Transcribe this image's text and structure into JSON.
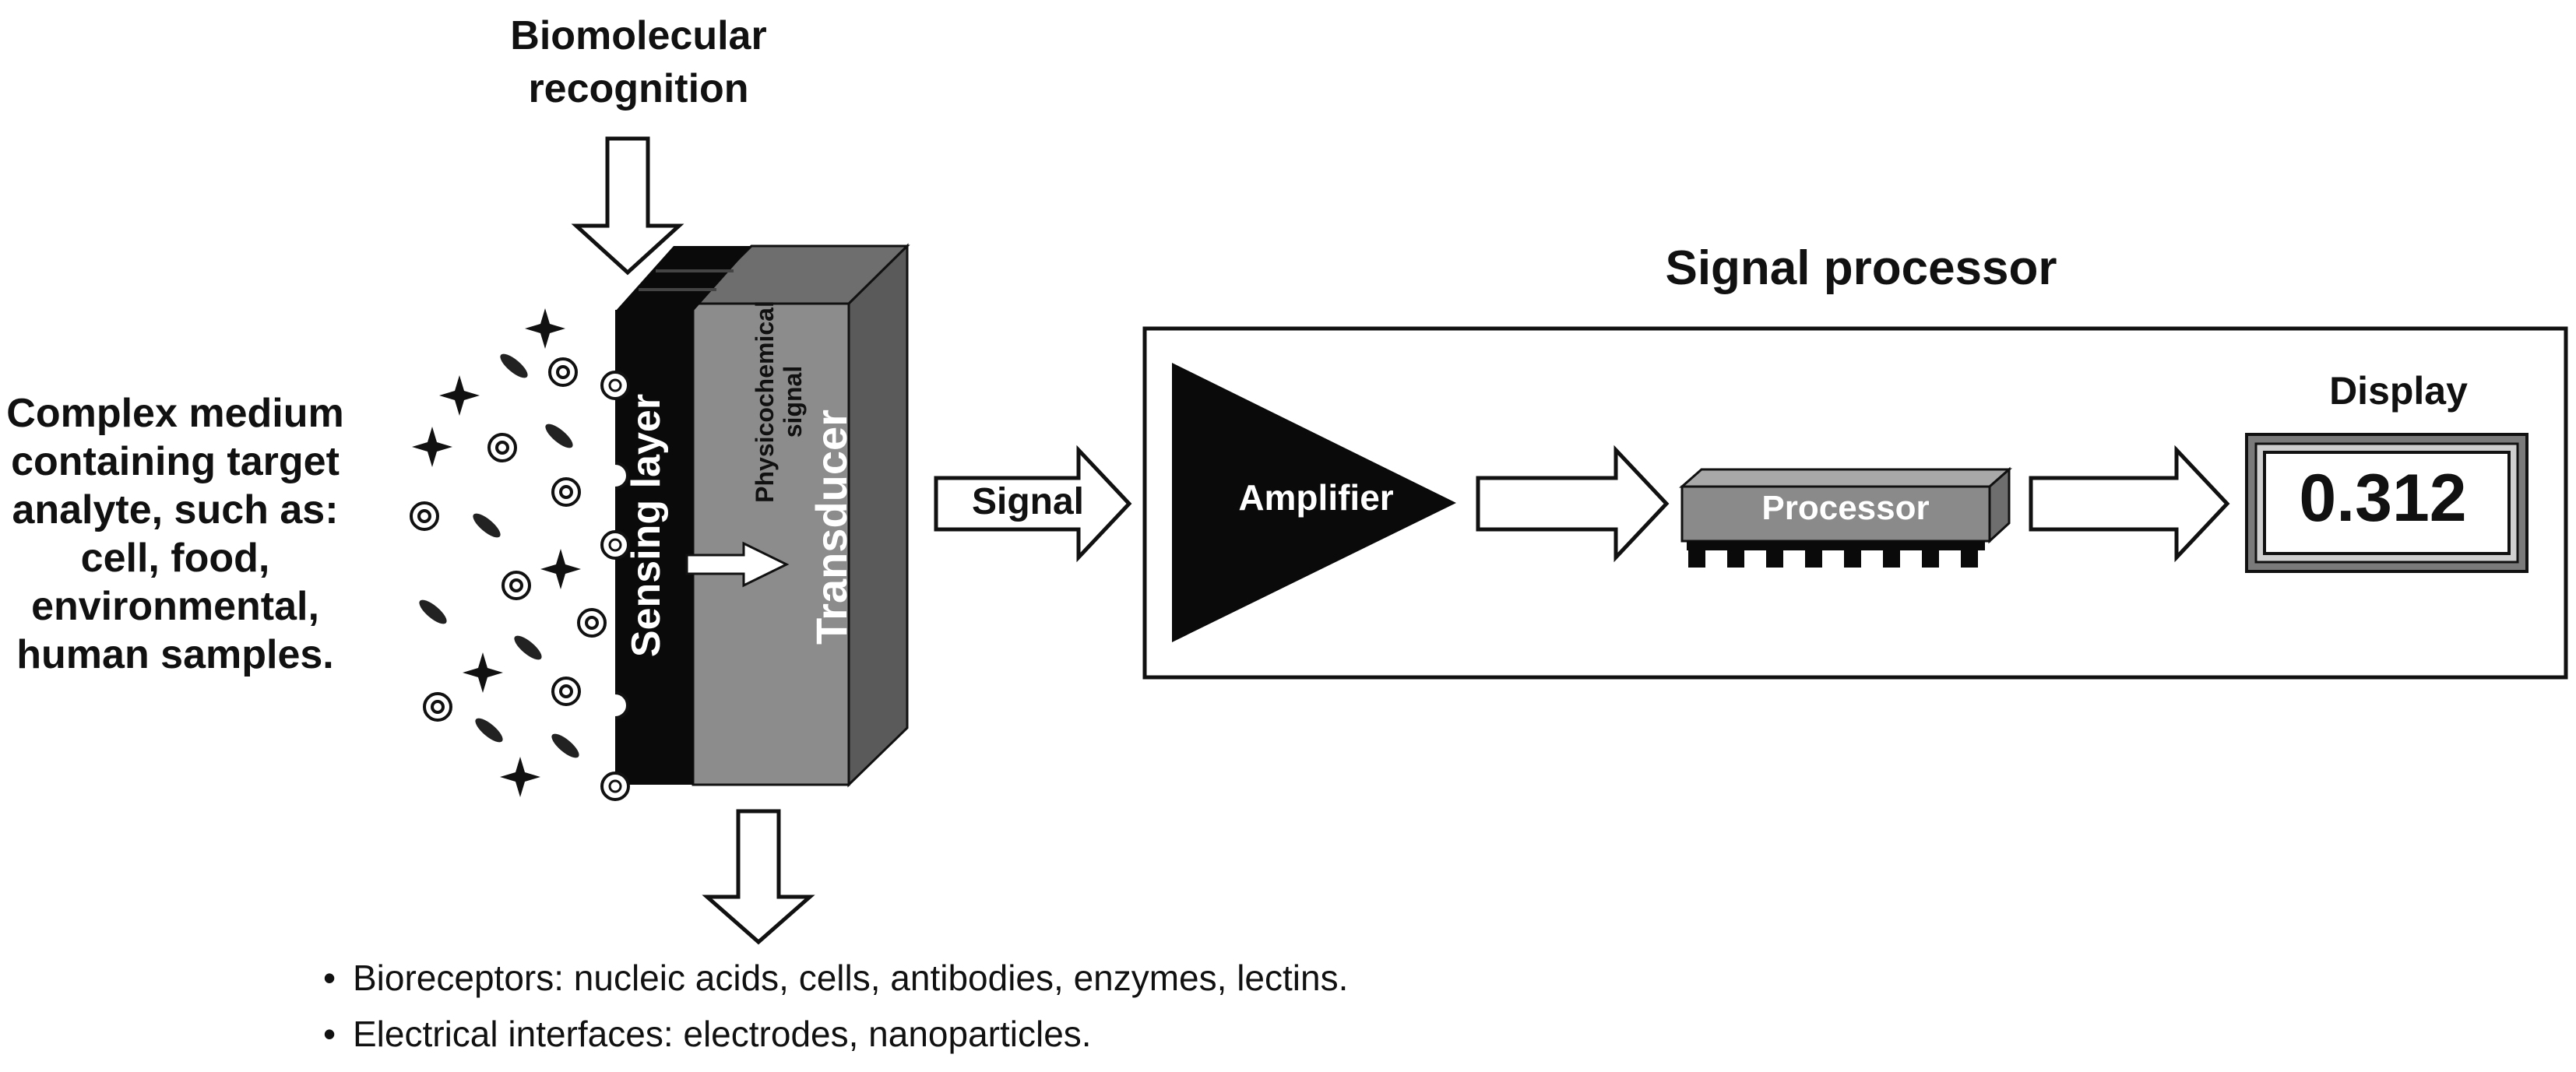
{
  "biomolecular_recognition": {
    "line1": "Biomolecular",
    "line2": "recognition"
  },
  "medium": {
    "lines": [
      "Complex medium",
      "containing target",
      "analyte, such as:",
      "cell, food,",
      "environmental,",
      "human samples."
    ]
  },
  "sensor": {
    "sensing_layer": "Sensing layer",
    "transducer": "Transducer",
    "physicochemical": {
      "line1": "Physicochemical",
      "line2": "signal"
    }
  },
  "signal_label": "Signal",
  "signal_processor": {
    "title": "Signal processor",
    "amplifier": "Amplifier",
    "processor": "Processor",
    "display_title": "Display",
    "display_value": "0.312"
  },
  "bullets": [
    "Bioreceptors: nucleic acids, cells, antibodies, enzymes, lectins.",
    "Electrical interfaces: electrodes, nanoparticles."
  ],
  "colors": {
    "black": "#0a0a0a",
    "transducer_front": "#8c8c8c",
    "transducer_top": "#6e6e6e",
    "transducer_side": "#5a5a5a",
    "processor_chip": "#8a8a8a",
    "display_frame": "#7a7a7a"
  },
  "icons": [
    "star-particle-icon",
    "concentric-circle-molecule-icon",
    "leaf-shape-particle-icon"
  ]
}
